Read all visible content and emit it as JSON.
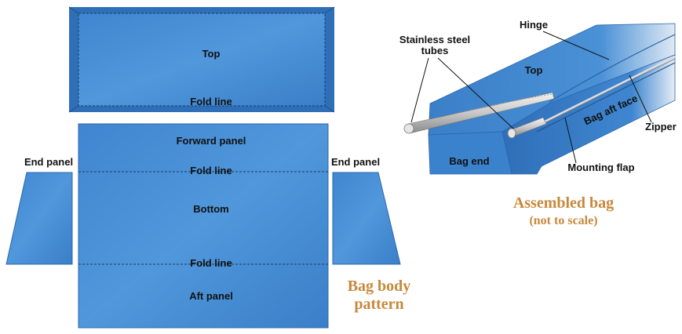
{
  "pattern": {
    "top_label": "Top",
    "fold_line_1": "Fold line",
    "forward_panel": "Forward panel",
    "fold_line_2": "Fold line",
    "bottom_label": "Bottom",
    "fold_line_3": "Fold line",
    "aft_panel": "Aft panel",
    "end_panel_left": "End panel",
    "end_panel_right": "End panel",
    "caption_line1": "Bag body",
    "caption_line2": "pattern"
  },
  "assembled": {
    "stainless_line1": "Stainless steel",
    "stainless_line2": "tubes",
    "hinge": "Hinge",
    "top": "Top",
    "bag_aft_face": "Bag aft face",
    "zipper": "Zipper",
    "bag_end": "Bag end",
    "mounting_flap": "Mounting flap",
    "caption_line1": "Assembled bag",
    "caption_line2": "(not to scale)"
  },
  "colors": {
    "fabric": "#4a8fd4",
    "fabric_dark": "#2e6db3",
    "caption": "#c8883a"
  }
}
